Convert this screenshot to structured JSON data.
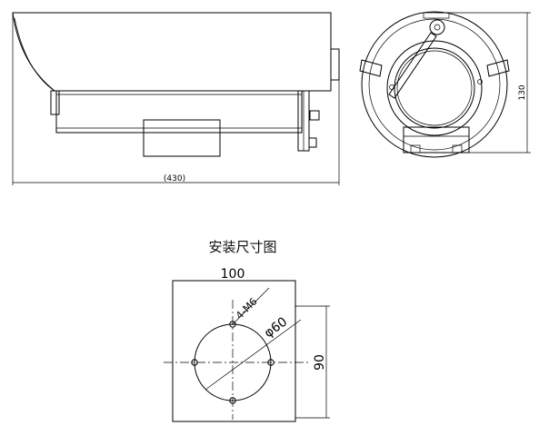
{
  "side_view": {
    "length_label": "(430)"
  },
  "front_view": {
    "height_label": "130"
  },
  "mount": {
    "caption": "安装尺寸图",
    "width_label": "100",
    "height_label": "90",
    "bolt_label": "4-M6",
    "pcd_label": "φ60"
  }
}
